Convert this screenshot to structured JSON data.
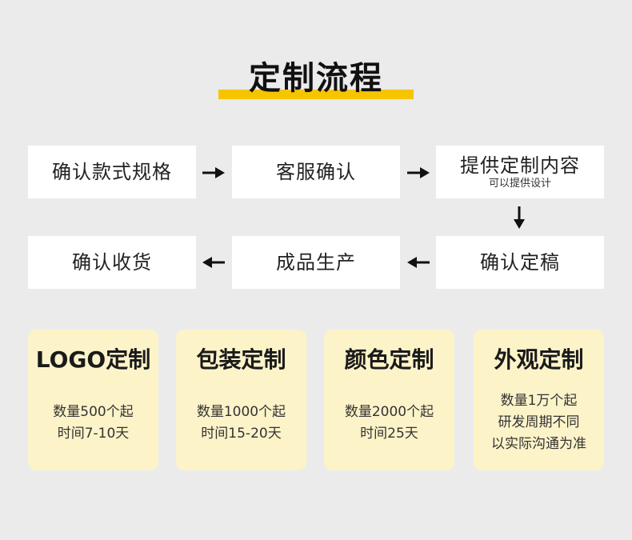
{
  "title": "定制流程",
  "colors": {
    "background": "#ebebeb",
    "accent": "#f7c400",
    "step_box": "#ffffff",
    "card": "#fdf3c9",
    "text": "#222222"
  },
  "flow": {
    "steps": [
      {
        "label": "确认款式规格",
        "sub": ""
      },
      {
        "label": "客服确认",
        "sub": ""
      },
      {
        "label": "提供定制内容",
        "sub": "可以提供设计"
      },
      {
        "label": "确认定稿",
        "sub": ""
      },
      {
        "label": "成品生产",
        "sub": ""
      },
      {
        "label": "确认收货",
        "sub": ""
      }
    ],
    "arrows": [
      "right",
      "right",
      "down",
      "left",
      "left"
    ]
  },
  "cards": [
    {
      "title": "LOGO定制",
      "lines": [
        "数量500个起",
        "时间7-10天"
      ]
    },
    {
      "title": "包装定制",
      "lines": [
        "数量1000个起",
        "时间15-20天"
      ]
    },
    {
      "title": "颜色定制",
      "lines": [
        "数量2000个起",
        "时间25天"
      ]
    },
    {
      "title": "外观定制",
      "lines": [
        "数量1万个起",
        "研发周期不同",
        "以实际沟通为准"
      ]
    }
  ]
}
